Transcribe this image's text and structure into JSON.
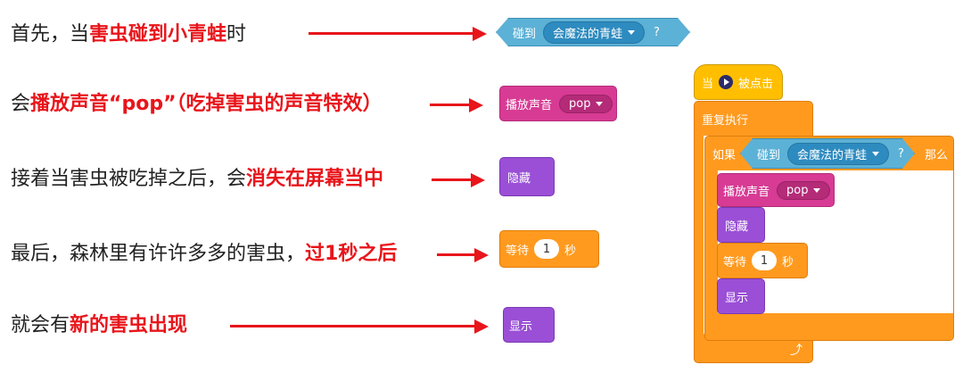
{
  "lines": [
    {
      "parts": [
        {
          "t": "首先，当",
          "hl": false
        },
        {
          "t": "害虫碰到小青蛙",
          "hl": true
        },
        {
          "t": "时",
          "hl": false
        }
      ]
    },
    {
      "parts": [
        {
          "t": "会",
          "hl": false
        },
        {
          "t": "播放声音“pop”（吃掉害虫的声音特效）",
          "hl": true
        }
      ]
    },
    {
      "parts": [
        {
          "t": "接着当害虫被吃掉之后，会",
          "hl": false
        },
        {
          "t": "消失在屏幕当中",
          "hl": true
        }
      ]
    },
    {
      "parts": [
        {
          "t": "最后，森林里有许许多多的害虫，",
          "hl": false
        },
        {
          "t": "过1秒之后",
          "hl": true
        }
      ]
    },
    {
      "parts": [
        {
          "t": "就会有",
          "hl": false
        },
        {
          "t": "新的害虫出现",
          "hl": true
        }
      ]
    }
  ],
  "blocks": {
    "touching": {
      "label": "碰到",
      "option": "会魔法的青蛙",
      "q": "?"
    },
    "play_sound": {
      "label": "播放声音",
      "option": "pop"
    },
    "hide": {
      "label": "隐藏"
    },
    "wait": {
      "label_pre": "等待",
      "value": "1",
      "label_post": "秒"
    },
    "show": {
      "label": "显示"
    }
  },
  "script": {
    "hat_pre": "当",
    "hat_post": "被点击",
    "forever": "重复执行",
    "if": "如果",
    "then": "那么",
    "touching": {
      "label": "碰到",
      "option": "会魔法的青蛙",
      "q": "?"
    },
    "play_sound": {
      "label": "播放声音",
      "option": "pop"
    },
    "hide": "隐藏",
    "wait": {
      "label_pre": "等待",
      "value": "1",
      "label_post": "秒"
    },
    "show": "显示"
  },
  "colors": {
    "highlight": "#e8151b",
    "sensing": "#5cb1d6",
    "sound": "#d73b94",
    "looks": "#9a4fd6",
    "control": "#ff9a1f",
    "events": "#ffbf00"
  }
}
